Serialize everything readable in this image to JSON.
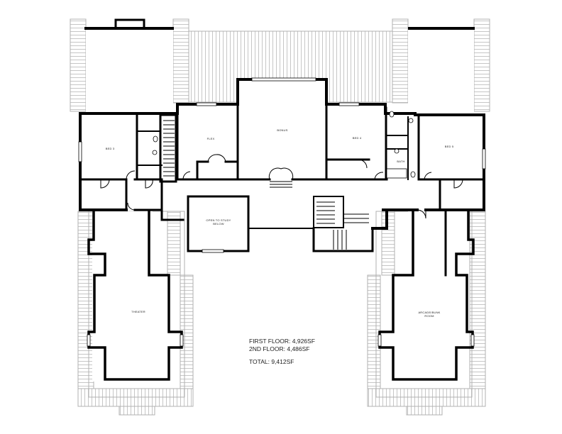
{
  "plan": {
    "type": "second-floor plan",
    "wall_color": "#000000",
    "roof_line_color": "#b5b5b5",
    "background": "#ffffff"
  },
  "rooms": [
    {
      "id": "bed3",
      "label": "BED 3"
    },
    {
      "id": "flex",
      "label": "FLEX"
    },
    {
      "id": "bonus",
      "label": "BONUS"
    },
    {
      "id": "bed4",
      "label": "BED 4"
    },
    {
      "id": "bath",
      "label": "BATH"
    },
    {
      "id": "bed5",
      "label": "BED 5"
    },
    {
      "id": "open_to_study",
      "label": "OPEN TO STUDY\nBELOW"
    },
    {
      "id": "theater",
      "label": "THEATER"
    },
    {
      "id": "arcade",
      "label": "ARCADE/BUNK\nROOM"
    }
  ],
  "area_summary": {
    "first_floor": "FIRST FLOOR: 4,926SF",
    "second_floor": "2ND FLOOR: 4,486SF",
    "total": "TOTAL: 9,412SF"
  }
}
